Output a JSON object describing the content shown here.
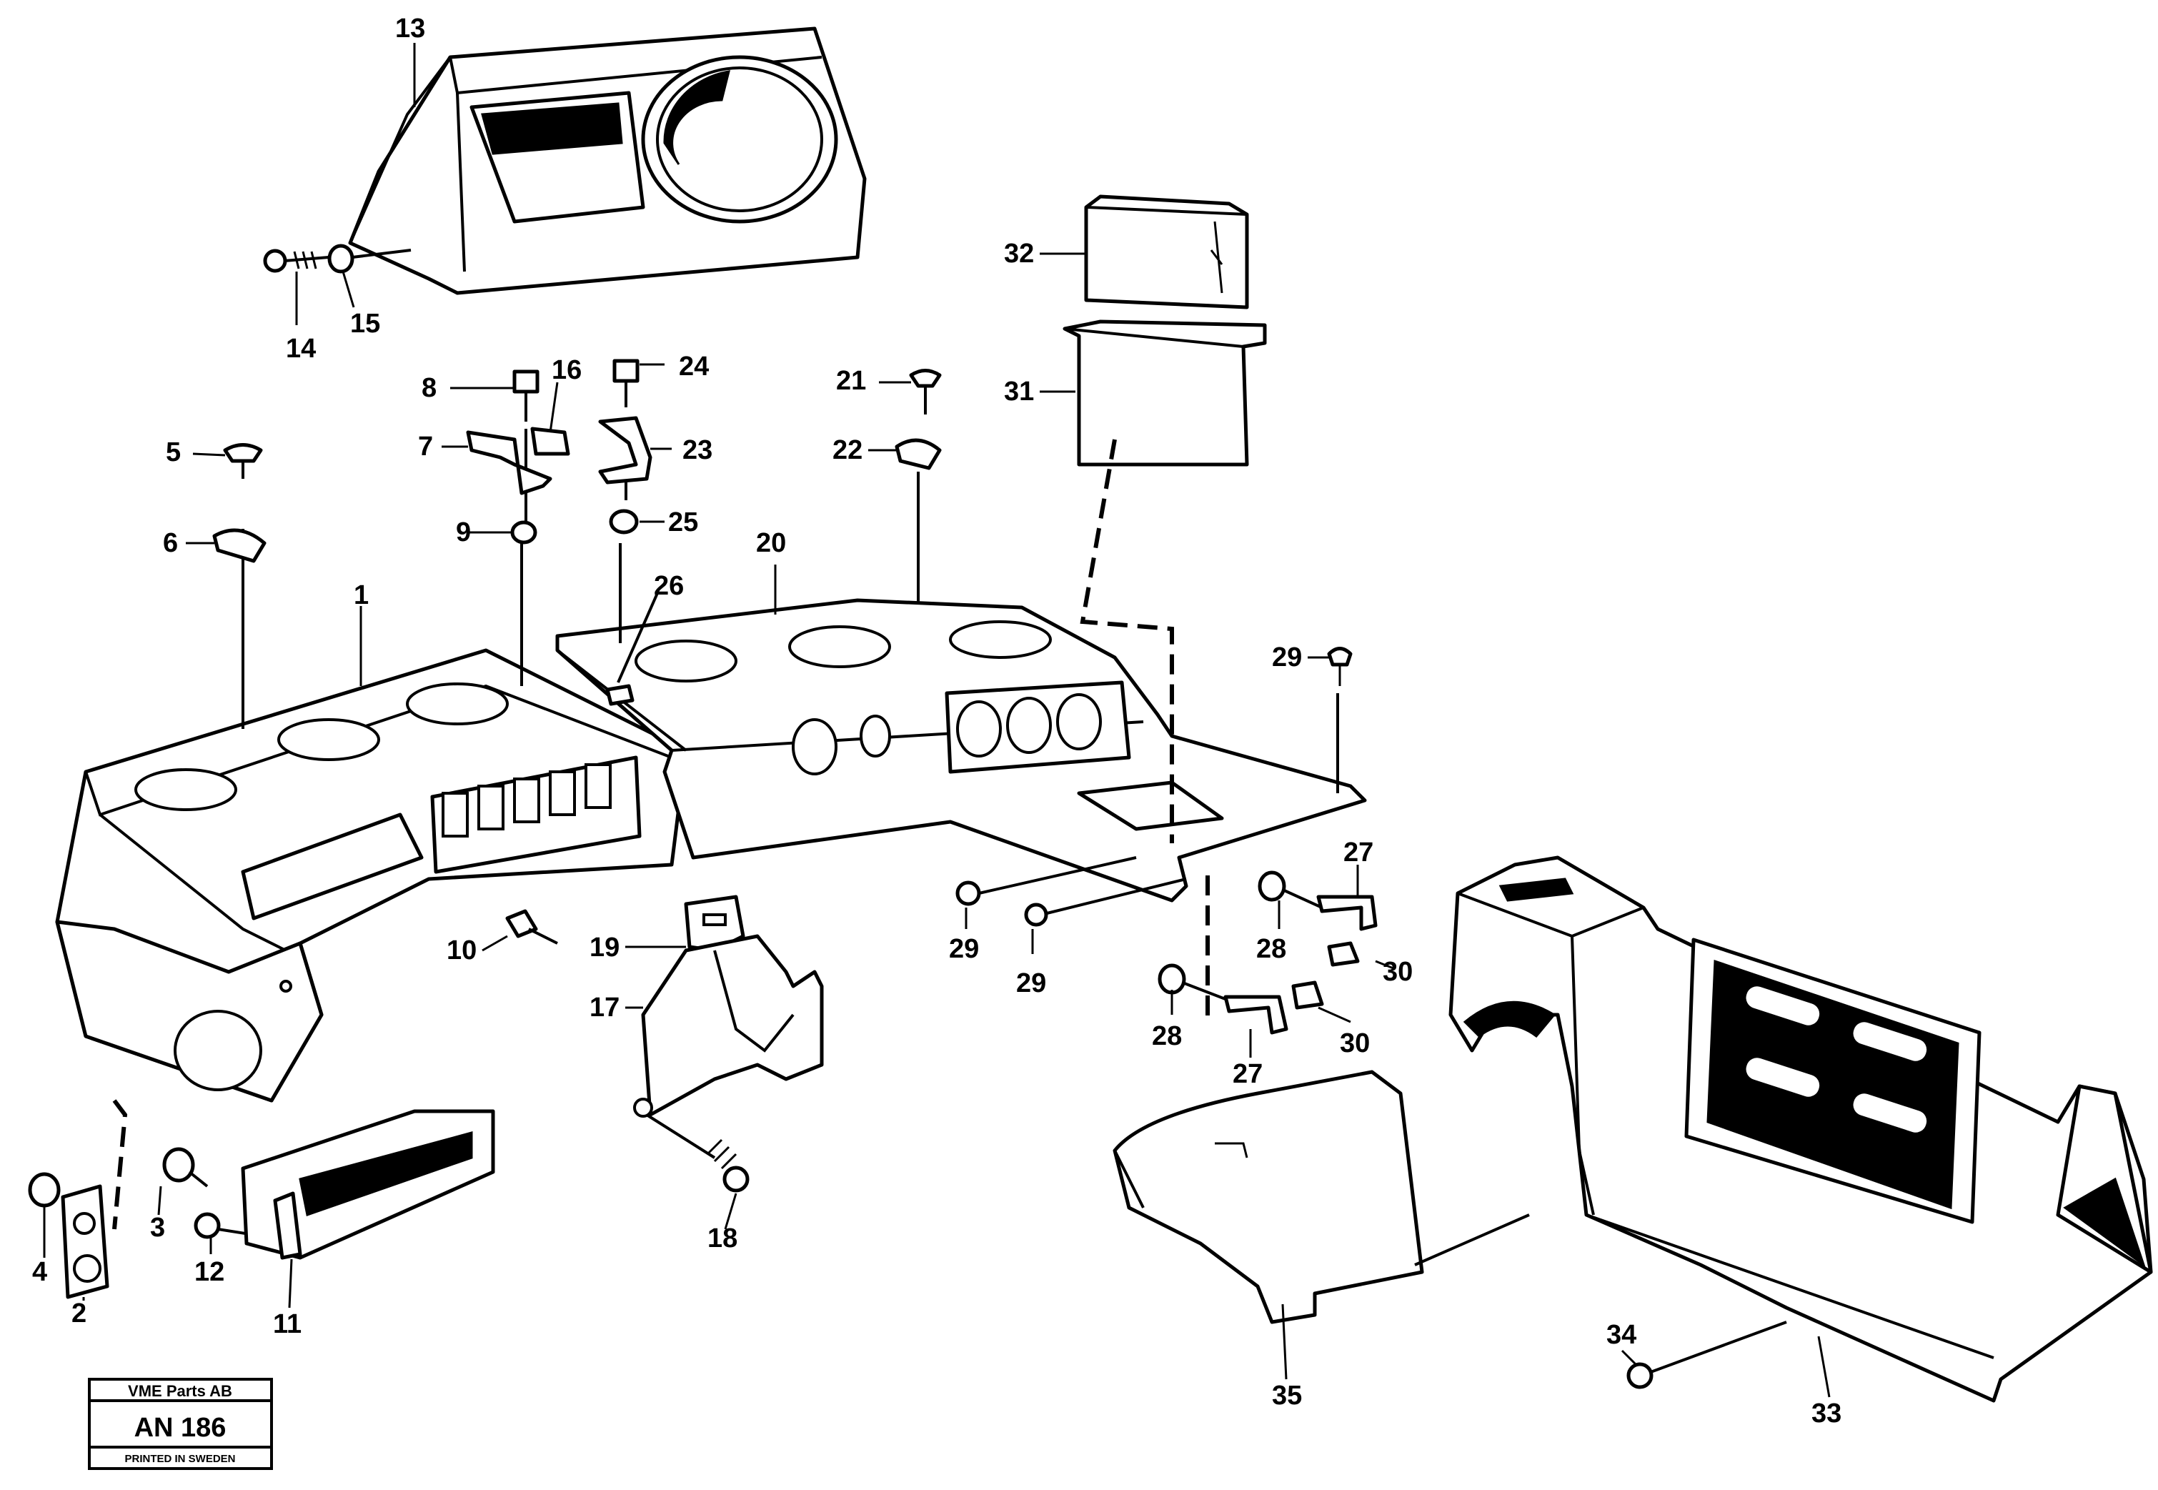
{
  "title_block": {
    "company": "VME Parts AB",
    "code": "AN 186",
    "footer": "PRINTED IN SWEDEN"
  },
  "callouts": [
    {
      "id": "c1",
      "text": "1"
    },
    {
      "id": "c2",
      "text": "2"
    },
    {
      "id": "c3",
      "text": "3"
    },
    {
      "id": "c4",
      "text": "4"
    },
    {
      "id": "c5",
      "text": "5"
    },
    {
      "id": "c6",
      "text": "6"
    },
    {
      "id": "c7",
      "text": "7"
    },
    {
      "id": "c8",
      "text": "8"
    },
    {
      "id": "c9",
      "text": "9"
    },
    {
      "id": "c10",
      "text": "10"
    },
    {
      "id": "c11",
      "text": "11"
    },
    {
      "id": "c12",
      "text": "12"
    },
    {
      "id": "c13",
      "text": "13"
    },
    {
      "id": "c14",
      "text": "14"
    },
    {
      "id": "c15",
      "text": "15"
    },
    {
      "id": "c16",
      "text": "16"
    },
    {
      "id": "c17",
      "text": "17"
    },
    {
      "id": "c18",
      "text": "18"
    },
    {
      "id": "c19",
      "text": "19"
    },
    {
      "id": "c20",
      "text": "20"
    },
    {
      "id": "c21",
      "text": "21"
    },
    {
      "id": "c22",
      "text": "22"
    },
    {
      "id": "c23",
      "text": "23"
    },
    {
      "id": "c24",
      "text": "24"
    },
    {
      "id": "c25",
      "text": "25"
    },
    {
      "id": "c26",
      "text": "26"
    },
    {
      "id": "c27a",
      "text": "27"
    },
    {
      "id": "c27b",
      "text": "27"
    },
    {
      "id": "c28a",
      "text": "28"
    },
    {
      "id": "c28b",
      "text": "28"
    },
    {
      "id": "c29a",
      "text": "29"
    },
    {
      "id": "c29b",
      "text": "29"
    },
    {
      "id": "c29c",
      "text": "29"
    },
    {
      "id": "c30a",
      "text": "30"
    },
    {
      "id": "c30b",
      "text": "30"
    },
    {
      "id": "c31",
      "text": "31"
    },
    {
      "id": "c32",
      "text": "32"
    },
    {
      "id": "c33",
      "text": "33"
    },
    {
      "id": "c34",
      "text": "34"
    },
    {
      "id": "c35",
      "text": "35"
    }
  ]
}
